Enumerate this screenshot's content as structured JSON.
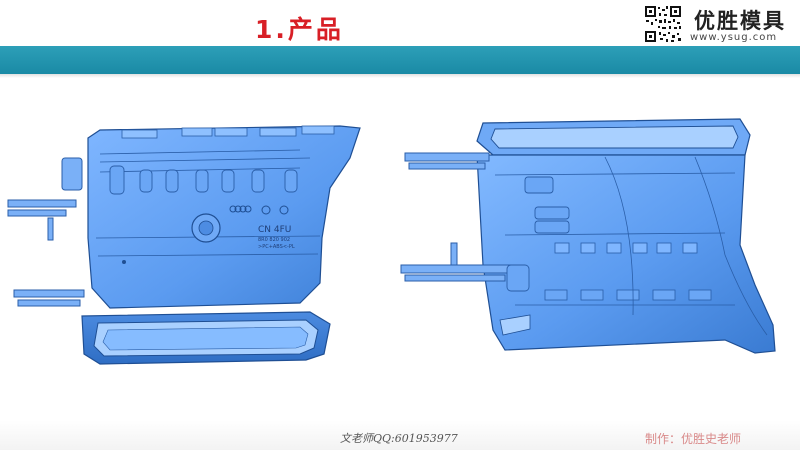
{
  "header": {
    "title": "1.产品",
    "brand_name": "优胜模具",
    "brand_url": "www.ysug.com"
  },
  "colors": {
    "accent_band": "#1a8aa5",
    "title": "#d81f26",
    "part_fill": "#5b9bf0",
    "credit": "#d98a8a"
  },
  "part_marking": {
    "line1": "CN 4FU",
    "line2": "8R0 820 902",
    "line3": ">PC+ABS<-PL"
  },
  "footer": {
    "author": "文老师QQ:601953977",
    "credit": "制作：优胜史老师"
  }
}
